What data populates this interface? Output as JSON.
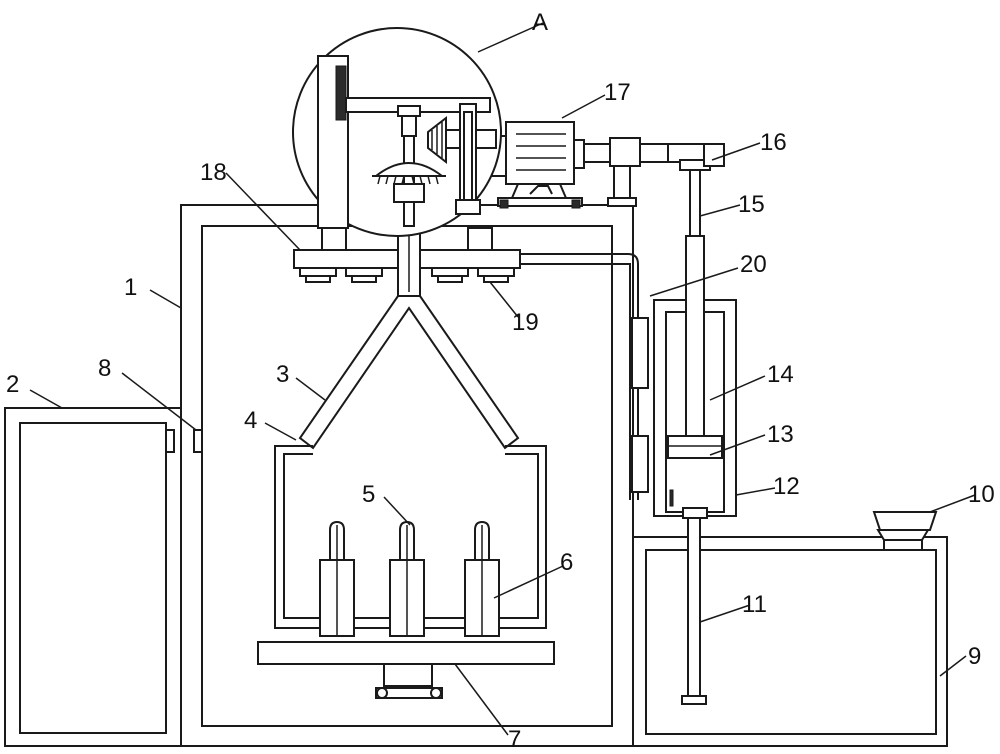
{
  "labels": {
    "l1": "1",
    "l2": "2",
    "l3": "3",
    "l4": "4",
    "l5": "5",
    "l6": "6",
    "l7": "7",
    "l8": "8",
    "l9": "9",
    "l10": "10",
    "l11": "11",
    "l12": "12",
    "l13": "13",
    "l14": "14",
    "l15": "15",
    "l16": "16",
    "l17": "17",
    "l18": "18",
    "l19": "19",
    "l20": "20",
    "lA": "A"
  }
}
